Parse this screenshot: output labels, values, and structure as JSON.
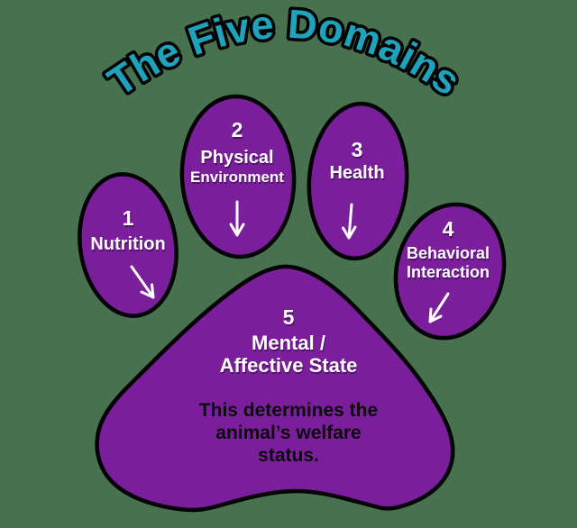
{
  "title": "The Five Domains",
  "colors": {
    "background": "#47714F",
    "pad_fill": "#7A1E9C",
    "pad_outline": "#000000",
    "title_fill": "#1FA2BC",
    "title_outline": "#000000",
    "label_text": "#FFFFFF",
    "note_text": "#0B0B0B",
    "arrow": "#FFFFFF"
  },
  "domains": [
    {
      "number": "1",
      "lines": [
        "Nutrition"
      ],
      "arrow_icon": "arrow-down-right"
    },
    {
      "number": "2",
      "lines": [
        "Physical",
        "Environment"
      ],
      "arrow_icon": "arrow-down"
    },
    {
      "number": "3",
      "lines": [
        "Health"
      ],
      "arrow_icon": "arrow-down"
    },
    {
      "number": "4",
      "lines": [
        "Behavioral",
        "Interaction"
      ],
      "arrow_icon": "arrow-down-left"
    },
    {
      "number": "5",
      "lines": [
        "Mental /",
        "Affective State"
      ],
      "note_lines": [
        "This determines the",
        "animal’s welfare",
        "status."
      ]
    }
  ]
}
